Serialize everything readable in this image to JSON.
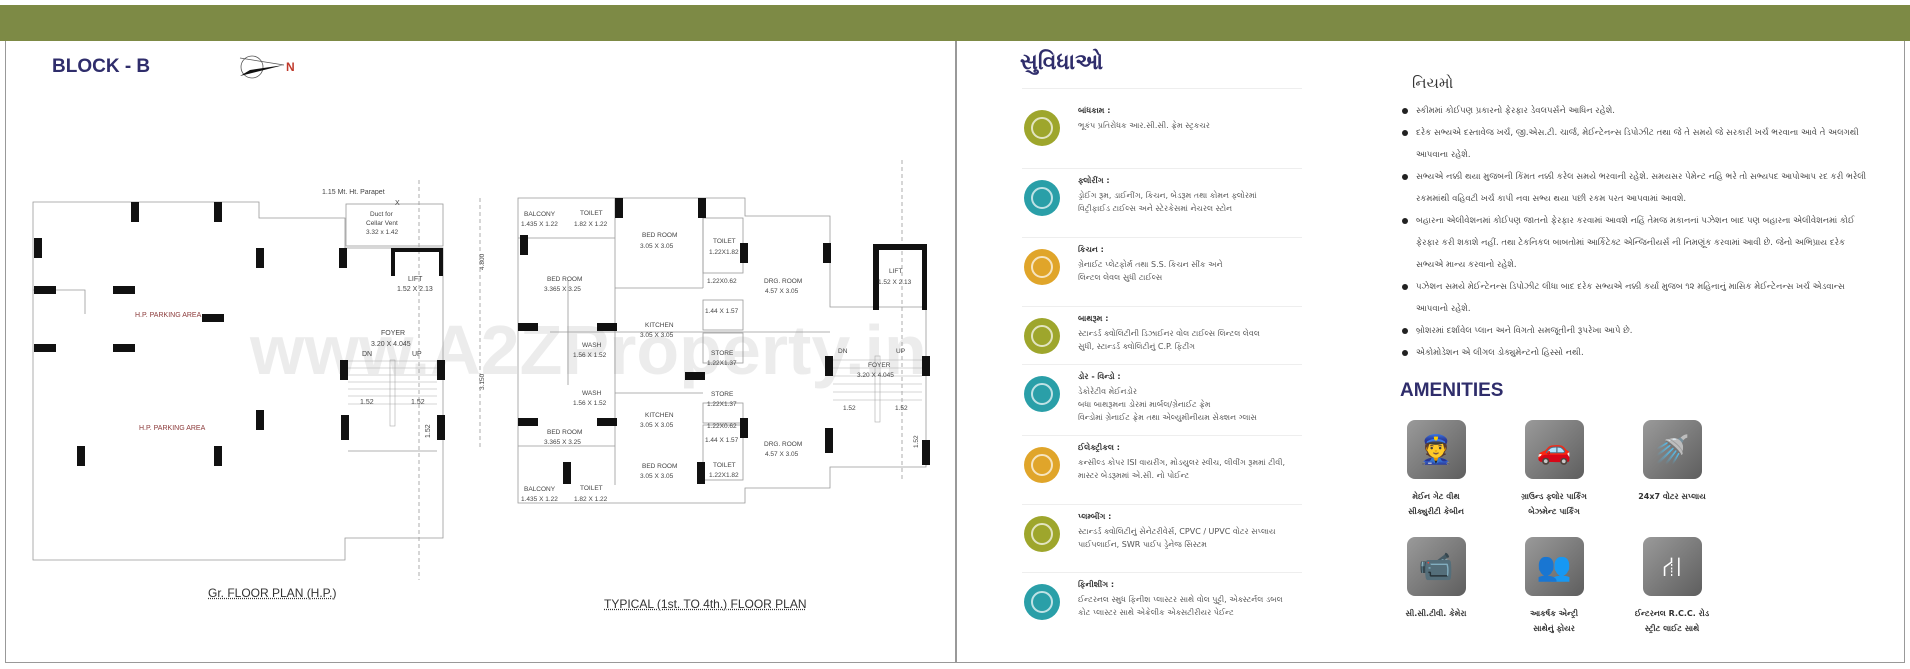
{
  "header": {
    "color": "#7d8a45"
  },
  "left_page": {
    "block_title": "BLOCK - B",
    "compass_label": "N",
    "watermark": "www.A2ZProperty.in",
    "ground_plan": {
      "title": "Gr. FLOOR PLAN (H.P.)",
      "labels": {
        "parapet": "1.15 Mt. Ht. Parapet",
        "duct": "Duct for",
        "duct2": "Cellar Vent",
        "duct_size": "3.32 x 1.42",
        "lift": "LIFT",
        "lift_size": "1.52 X 2.13",
        "parking1": "H.P. PARKING AREA",
        "parking2": "H.P. PARKING AREA",
        "foyer": "FOYER",
        "foyer_size": "3.20 X 4.045",
        "dn": "DN",
        "up": "UP",
        "stair1": "1.52",
        "stair2": "1.52",
        "landing": "1.52",
        "section": "X"
      }
    },
    "typical_plan": {
      "title": "TYPICAL (1st. TO 4th.) FLOOR PLAN",
      "dim1": "4.800",
      "dim2": "3.150",
      "rooms": [
        {
          "name": "BALCONY",
          "size": "1.435 X 1.22"
        },
        {
          "name": "TOILET",
          "size": "1.82 X 1.22"
        },
        {
          "name": "BED ROOM",
          "size": "3.05 X 3.05"
        },
        {
          "name": "TOILET",
          "size": "1.22X1.82"
        },
        {
          "name": "BED ROOM",
          "size": "3.365 X 3.25"
        },
        {
          "name": "",
          "size": "1.22X0.62"
        },
        {
          "name": "DRG. ROOM",
          "size": "4.57 X 3.05"
        },
        {
          "name": "",
          "size": "1.44 X 1.57"
        },
        {
          "name": "KITCHEN",
          "size": "3.05 X 3.05"
        },
        {
          "name": "WASH",
          "size": "1.56 X 1.52"
        },
        {
          "name": "STORE",
          "size": "1.22X1.37"
        },
        {
          "name": "LIFT",
          "size": "1.52 X 2.13"
        },
        {
          "name": "FOYER",
          "size": "3.20 X 4.045"
        },
        {
          "name": "WASH",
          "size": "1.56 X 1.52"
        },
        {
          "name": "STORE",
          "size": "1.22X1.37"
        },
        {
          "name": "KITCHEN",
          "size": "3.05 X 3.05"
        },
        {
          "name": "",
          "size": "1.44 X 1.57"
        },
        {
          "name": "DRG. ROOM",
          "size": "4.57 X 3.05"
        },
        {
          "name": "BED ROOM",
          "size": "3.365 X 3.25"
        },
        {
          "name": "",
          "size": "1.22X0.62"
        },
        {
          "name": "BED ROOM",
          "size": "3.05 X 3.05"
        },
        {
          "name": "TOILET",
          "size": "1.22X1.82"
        },
        {
          "name": "BALCONY",
          "size": "1.435 X 1.22"
        },
        {
          "name": "TOILET",
          "size": "1.82 X 1.22"
        }
      ],
      "stairs": {
        "dn": "DN",
        "up": "UP",
        "w1": "1.52",
        "w2": "1.52",
        "landing": "1.52"
      }
    }
  },
  "features": {
    "title": "સુવિધાઓ",
    "items": [
      {
        "icon": "building-icon",
        "color": "#9ea62c",
        "title": "બાંધકામ :",
        "lines": [
          "ભૂકંપ પ્રતિરોધક આર.સી.સી. ફ્રેમ સ્ટ્રકચર"
        ]
      },
      {
        "icon": "tile-icon",
        "color": "#2a9fa8",
        "title": "ફ્લોરીંગ :",
        "lines": [
          "ડ્રોઈંગ રૂમ, ડાઈનીંગ, કિચન, બેડરૂમ તથા કોમન ફ્લોરમાં",
          "વિટ્રીફાઈડ ટાઈલ્સ અને સ્ટેરકેસમાં નેચરલ સ્ટોન"
        ]
      },
      {
        "icon": "kitchen-icon",
        "color": "#e0a52a",
        "title": "કિચન :",
        "lines": [
          "ગ્રેનાઈટ પ્લેટફોર્મ તથા S.S. કિચન સીંક અને",
          "લિન્ટલ લેવલ સુધી ટાઈલ્સ"
        ]
      },
      {
        "icon": "bathroom-icon",
        "color": "#9ea62c",
        "title": "બાથરૂમ :",
        "lines": [
          "સ્ટાન્ડર્ડ ક્વોલિટીની ડિઝાઈનર વોલ ટાઈલ્સ લિન્ટલ લેવલ",
          "સુધી, સ્ટાન્ડર્ડ ક્વોલિટીનું C.P. ફિટીંગ"
        ]
      },
      {
        "icon": "door-icon",
        "color": "#2a9fa8",
        "title": "ડોર - વિન્ડો :",
        "lines": [
          "ડેકોરેટીવ મેઈનડોર",
          "બધા બાથરૂમના ડોરમાં માર્બલ/ગ્રેનાઈટ ફ્રેમ",
          "વિન્ડોમાં ગ્રેનાઈટ ફ્રેમ તથા એલ્યુમીનીયમ સેક્શન ગ્લાસ"
        ]
      },
      {
        "icon": "electrical-plug-icon",
        "color": "#e0a52a",
        "title": "ઈલેક્ટ્રીકલ :",
        "lines": [
          "કન્સીલ્ડ કોપર ISI વાયરીંગ, મોડયુલર સ્વીચ, લીવીંગ રૂમમાં ટીવી,",
          "માસ્ટર બેડરૂમમાં એ.સી. નો પોઈન્ટ"
        ]
      },
      {
        "icon": "plumbing-icon",
        "color": "#9ea62c",
        "title": "પ્લમ્બીંગ :",
        "lines": [
          "સ્ટાન્ડર્ડ ક્વોલિટીનું સેનેટરીવેર્સ, CPVC / UPVC  વોટર સપ્લાય",
          "પાઈપલાઈન, SWR પાઈપ ડ્રેનેજ સિસ્ટમ"
        ]
      },
      {
        "icon": "finishing-icon",
        "color": "#2a9fa8",
        "title": "ફિનીશીંગ :",
        "lines": [
          "ઈન્ટરનલ સ્મુધ ફિનીશ પ્લાસ્ટર સાથે વોલ પુટ્ટી, એક્સ્ટર્નલ ડબલ",
          "કોટ પ્લાસ્ટર સાથે એક્રેલીક એક્સટીરીયર પેઈન્ટ"
        ]
      }
    ]
  },
  "rules": {
    "title": "નિયમો",
    "items": [
      "સ્કીમમાં કોઈપણ પ્રકારનો ફેરફાર ડેવલપર્સને આધિન રહેશે.",
      "દરેક સભ્યએ દસ્તાવેજ ખર્ચ, જી.એસ.ટી. ચાર્જ, મેઈન્ટેનન્સ ડિપોઝીટ તથા જે તે સમયે જે સરકારી ખર્ચ ભરવાના આવે તે અલગથી આપવાના રહેશે.",
      "સભ્યએ નક્કી થયા મુજબની કિંમત નક્કી કરેલ સમયે ભરવાની રહેશે. સમયસર પેમેન્ટ નહિ ભરે તો સભ્યપદ આપોઆપ રદ કરી ભરેલી રકમમાંથી વહિવટી ખર્ચ કાપી નવા સભ્ય થયા પછી રકમ પરત આપવામાં આવશે.",
      "બહારના એલીવેશનમાં કોઈપણ જાતનો ફેરફાર કરવામાં આવશે નહિં તેમજ મકાનનાં પઝેશન બાદ પણ બહારના એલીવેશનમાં કોઈ ફેરફાર કરી શકાશે નહીં. તથા ટેકનિકલ બાબતોમાં આર્કિટેક્ટ એન્જિનીયર્સ ની નિમણૂંક કરવામાં આવી છે. જેનો અભિપ્રાય દરેક સભ્યએ માન્ય કરવાનો રહેશે.",
      "પઝેશન સમયે મેઈન્ટેનન્સ ડિપોઝીટ લીધા બાદ દરેક સભ્યએ નક્કી કર્યા મુજબ ૧૨ મહિનાનું માસિક મેઈન્ટેનન્સ ખર્ચ એડવાન્સ આપવાનો રહેશે.",
      "બ્રોશરમાં દર્શાવેલ પ્લાન અને વિગતો સમજૂતીની રૂપરેખા આપે છે.",
      "એકોમોડેશન એ લીગલ ડોક્યુમેન્ટનો હિસ્સો નથી."
    ]
  },
  "amenities": {
    "title": "AMENITIES",
    "items": [
      {
        "icon": "security-guard-icon",
        "glyph": "👮",
        "label1": "મેઈન ગેટ વીથ",
        "label2": "સીક્યુરીટી કેબીન"
      },
      {
        "icon": "car-parking-icon",
        "glyph": "🚗",
        "label1": "ગ્રાઉન્ડ ફ્લોર પાર્કિંગ",
        "label2": "બેઝમેન્ટ પાર્કિંગ"
      },
      {
        "icon": "shower-icon",
        "glyph": "🚿",
        "label1": "24x7 વોટર સપ્લાય",
        "label2": ""
      },
      {
        "icon": "cctv-camera-icon",
        "glyph": "📹",
        "label1": "સી.સી.ટીવી. કેમેરા",
        "label2": ""
      },
      {
        "icon": "reception-icon",
        "glyph": "👥",
        "label1": "આકર્ષક એન્ટ્રી",
        "label2": "સાથેનું ફોયર"
      },
      {
        "icon": "road-icon",
        "glyph": "⛙",
        "label1": "ઈન્ટરનલ R.C.C. રોડ",
        "label2": "સ્ટ્રીટ લાઈટ સાથે"
      }
    ]
  }
}
